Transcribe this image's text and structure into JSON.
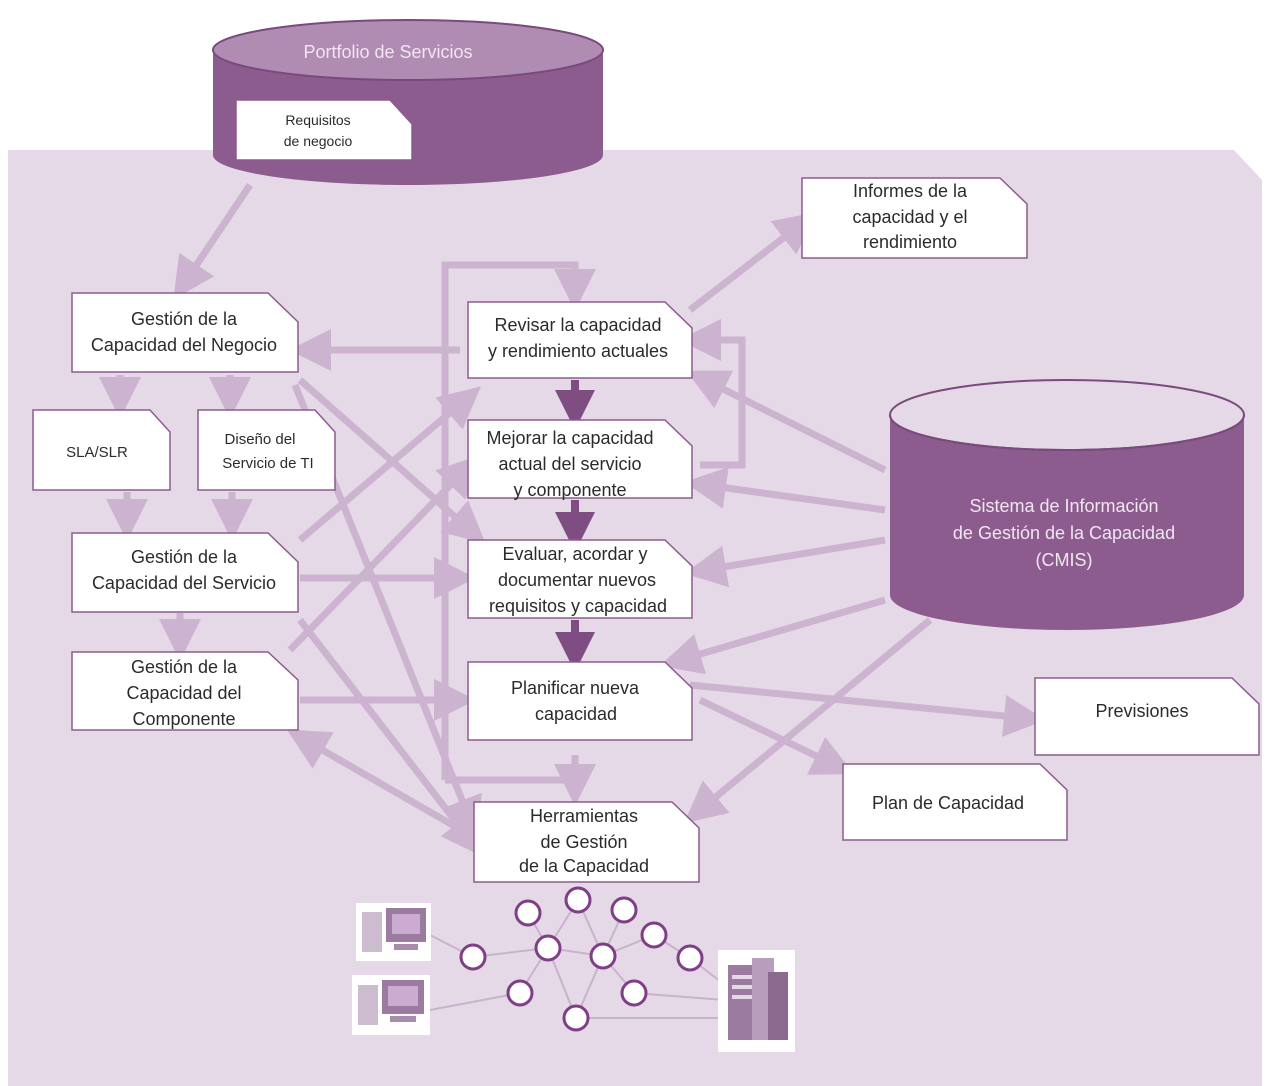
{
  "colors": {
    "background_panel": "#e6d9e7",
    "database_fill": "#8c5c8e",
    "database_top": "#b08bb2",
    "arrow_light": "#ccb3cf",
    "arrow_dark": "#7e4d82",
    "node_stroke": "#7e3f86"
  },
  "portfolio": {
    "title": "Portfolio de Servicios",
    "doc_line1": "Requisitos",
    "doc_line2": "de negocio"
  },
  "cmis": {
    "line1": "Sistema de Información",
    "line2": "de Gestión de la Capacidad",
    "line3": "(CMIS)"
  },
  "left": {
    "business_line1": "Gestión de la",
    "business_line2": "Capacidad del Negocio",
    "sla": "SLA/SLR",
    "design_line1": "Diseño del",
    "design_line2": "Servicio de TI",
    "service_line1": "Gestión de la",
    "service_line2": "Capacidad del Servicio",
    "component_line1": "Gestión de la",
    "component_line2": "Capacidad del",
    "component_line3": "Componente"
  },
  "center": {
    "review_line1": "Revisar la capacidad",
    "review_line2": "y rendimiento actuales",
    "improve_line1": "Mejorar la capacidad",
    "improve_line2": "actual del servicio",
    "improve_line3": "y componente",
    "assess_line1": "Evaluar, acordar y",
    "assess_line2": "documentar nuevos",
    "assess_line3": "requisitos y capacidad",
    "plan_line1": "Planificar nueva",
    "plan_line2": "capacidad",
    "tools_line1": "Herramientas",
    "tools_line2": "de Gestión",
    "tools_line3": "de la Capacidad"
  },
  "right": {
    "reports_line1": "Informes de la",
    "reports_line2": "capacidad y el",
    "reports_line3": "rendimiento",
    "forecasts": "Previsiones",
    "capacity_plan": "Plan de Capacidad"
  },
  "icons": {
    "monitor_top": "computer-monitor-icon",
    "monitor_bottom": "computer-monitor-icon",
    "server": "server-tower-icon"
  }
}
